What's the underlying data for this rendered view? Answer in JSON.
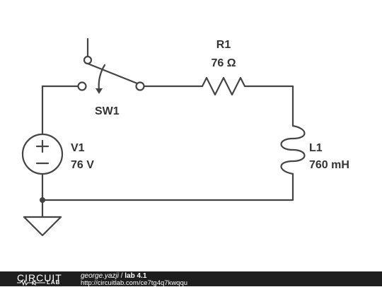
{
  "colors": {
    "wire": "#444444",
    "label": "#333333",
    "footer_bg": "#1e1e1e",
    "footer_text": "#ffffff"
  },
  "components": {
    "switch": {
      "name": "SW1"
    },
    "resistor": {
      "name": "R1",
      "value": "76 Ω"
    },
    "inductor": {
      "name": "L1",
      "value": "760 mH"
    },
    "voltage_source": {
      "name": "V1",
      "value": "76 V"
    }
  },
  "footer": {
    "logo_top": "CIRCUIT",
    "logo_bottom": "LAB",
    "author": "george.yazji",
    "separator": " / ",
    "title": "lab 4.1",
    "url": "http://circuitlab.com/ce7tg4q7kwqqu"
  }
}
